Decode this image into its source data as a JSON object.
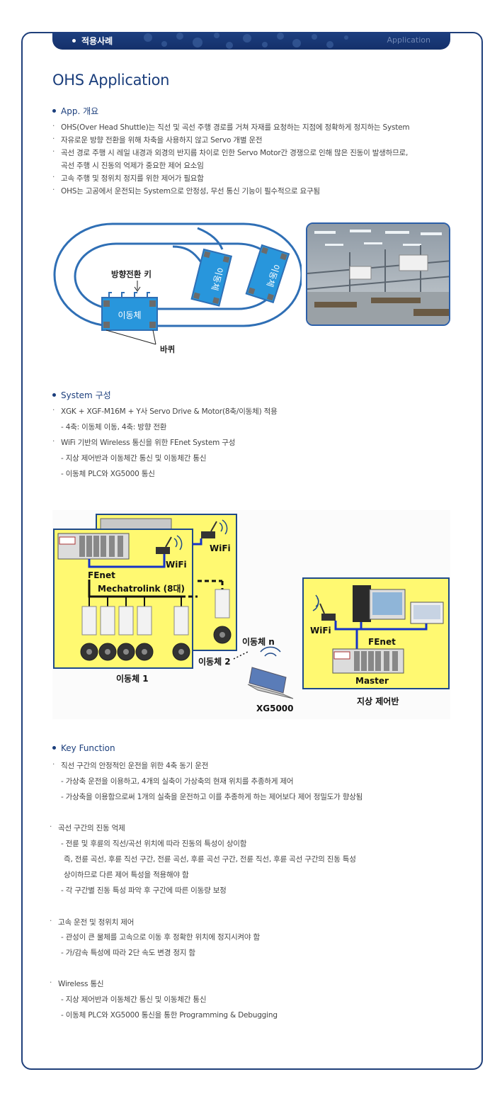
{
  "tab": {
    "left_label": "적용사례",
    "right_label": "Application"
  },
  "page_title": "OHS Application",
  "overview": {
    "heading": "App. 개요",
    "lines": [
      "OHS(Over Head Shuttle)는 직선 및 곡선 주행 경로를 거쳐 자재를 요청하는 지점에 정확하게 정지하는 System",
      "자유로운 방향 전환을 위해 차축을 사용하지 않고 Servo 개별 운전",
      "곡선 경로 주행 시 레일 내경과 외경의 반지름 차이로 인한 Servo Motor간 경쟁으로 인해 많은 진동이 발생하므로,",
      "곡선 주행 시 진동의 억제가 중요한 제어 요소임",
      "고속 주행 및 정위치 정지를 위한 제어가 필요함",
      "OHS는 고공에서 운전되는 System으로 안정성, 무선 통신 기능이 필수적으로 요구됨"
    ]
  },
  "track_diagram": {
    "direction_key_label": "방향전환 키",
    "vehicle_label": "이동체",
    "wheel_label": "바퀴"
  },
  "system": {
    "heading": "System 구성",
    "lines": [
      "XGK + XGF-M16M + Y사 Servo Drive & Motor(8축/이동체) 적용",
      "- 4축: 이동체 이동, 4축: 방향 전환",
      "WiFi 기반의 Wireless 통신을 위한 FEnet System 구성",
      "- 지상 제어반과 이동체간 통신 및 이동체간 통신",
      "- 이동체 PLC와 XG5000 통신"
    ]
  },
  "system_diagram": {
    "wifi": "WiFi",
    "fenet": "FEnet",
    "mechatrolink": "Mechatrolink (8대)",
    "vehicle1": "이동체 1",
    "vehicle2": "이동체 2",
    "vehiclen": "이동체 n",
    "xg5000": "XG5000",
    "master": "Master",
    "ground_panel": "지상 제어반"
  },
  "key_function": {
    "heading": "Key Function",
    "groups": [
      {
        "title": "직선 구간의 안정적인 운전을 위한 4축 동기 운전",
        "lines": [
          "- 가상축 운전을 이용하고, 4개의 실축이 가상축의 현재 위치를 추종하게 제어",
          "- 가상축을 이용함으로써 1개의 실축을 운전하고 이를 추종하게 하는 제어보다 제어 정밀도가 향상됨"
        ]
      },
      {
        "title": "곡선 구간의 진동 억제",
        "lines": [
          "- 전륜 및 후륜의 직선/곡선 위치에 따라 진동의 특성이 상이함",
          "즉, 전륜 곡선, 후륜 직선 구간, 전륜 곡선, 후륜 곡선 구간, 전륜 직선, 후륜 곡선 구간의 진동 특성",
          "상이하므로 다른 제어 특성을 적용해야 함",
          "- 각 구간별 진동 특성 파악 후 구간에 따른 이동량 보정"
        ]
      },
      {
        "title": "고속 운전 및 정위치 제어",
        "lines": [
          "- 관성이 큰 물체를 고속으로 이동 후 정확한 위치에 정지시켜야 함",
          "- 가/감속 특성에 따라 2단 속도 변경 정지 함"
        ]
      },
      {
        "title": "Wireless 통신",
        "lines": [
          "- 지상 제어반과 이동체간 통신 및 이동체간 통신",
          "- 이동체 PLC와 XG5000 통신을 통한 Programming & Debugging"
        ]
      }
    ]
  },
  "colors": {
    "navy": "#1b3e7c",
    "diagram_blue": "#2f6fb5",
    "vehicle_blue": "#2896dc",
    "panel_yellow": "#fff971"
  }
}
